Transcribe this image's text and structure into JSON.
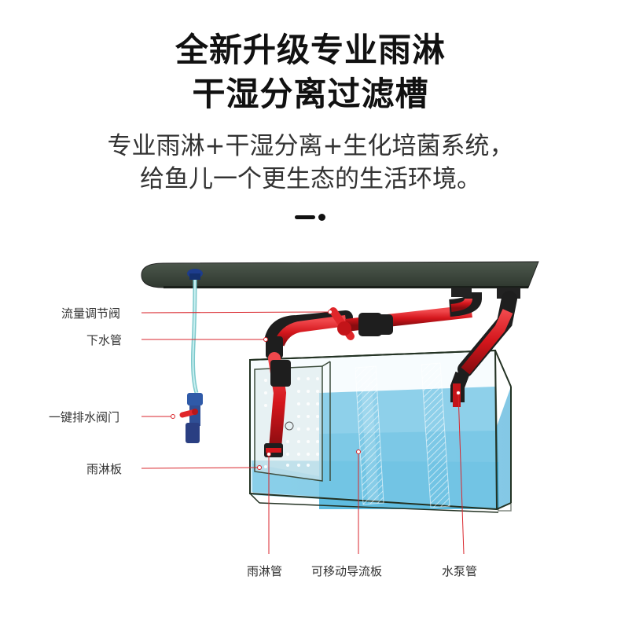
{
  "title": {
    "line1": "全新升级专业雨淋",
    "line2": "干湿分离过滤槽"
  },
  "subtitle": {
    "line1": "专业雨淋+干湿分离+生化培菌系统，",
    "line2": "给鱼儿一个更生态的生活环境。"
  },
  "labels": {
    "flow_valve": "流量调节阀",
    "down_pipe": "下水管",
    "drain_valve": "一键排水阀门",
    "rain_plate": "雨淋板",
    "rain_pipe": "雨淋管",
    "guide_plate": "可移动导流板",
    "pump_pipe": "水泵管"
  },
  "colors": {
    "pipe_red": "#d4161c",
    "pipe_dark": "#1e1e1e",
    "water": "#2aa6d6",
    "shelf": "#3f4a3f",
    "leader_line": "#d9262c",
    "valve_red": "#e0262a",
    "hose": "#8fd3d6"
  }
}
